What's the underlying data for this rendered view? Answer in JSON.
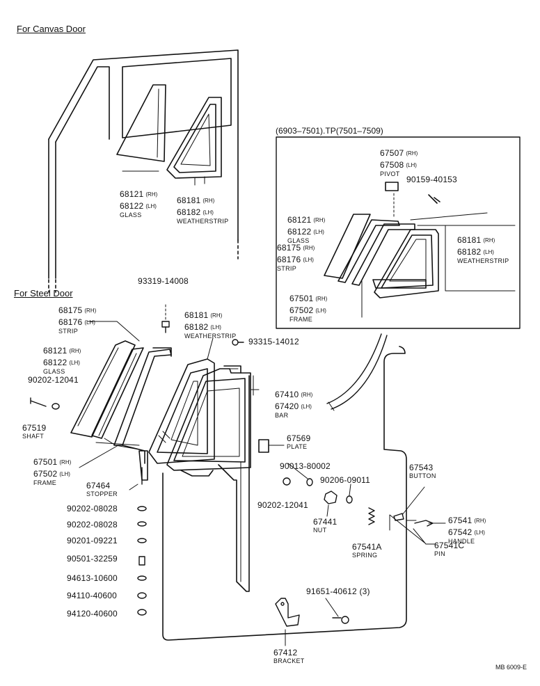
{
  "sections": {
    "canvas": "For Canvas Door",
    "steel": "For Steel Door"
  },
  "inset_header": "(6903–7501).TP(7501–7509)",
  "footer": "MB 6009-E",
  "rh": "(RH)",
  "lh": "(LH)",
  "canvas": {
    "glass": {
      "rh": "68121",
      "lh": "68122",
      "name": "GLASS"
    },
    "weatherstrip": {
      "rh": "68181",
      "lh": "68182",
      "name": "WEATHERSTRIP"
    }
  },
  "inset": {
    "pivot": {
      "rh": "67507",
      "lh": "67508",
      "name": "PIVOT"
    },
    "screw": "90159-40153",
    "glass": {
      "rh": "68121",
      "lh": "68122",
      "name": "GLASS"
    },
    "strip": {
      "rh": "68175",
      "lh": "68176",
      "name": "STRIP"
    },
    "weatherstrip": {
      "rh": "68181",
      "lh": "68182",
      "name": "WEATHERSTRIP"
    },
    "frame": {
      "rh": "67501",
      "lh": "67502",
      "name": "FRAME"
    }
  },
  "steel": {
    "bolt_top": "93319-14008",
    "strip": {
      "rh": "68175",
      "lh": "68176",
      "name": "STRIP"
    },
    "weatherstrip": {
      "rh": "68181",
      "lh": "68182",
      "name": "WEATHERSTRIP"
    },
    "screw": "93315-14012",
    "glass": {
      "rh": "68121",
      "lh": "68122",
      "name": "GLASS"
    },
    "washer_a": "90202-12041",
    "shaft": {
      "pn": "67519",
      "name": "SHAFT"
    },
    "bar": {
      "rh": "67410",
      "lh": "67420",
      "name": "BAR"
    },
    "plate": {
      "pn": "67569",
      "name": "PLATE"
    },
    "frame": {
      "rh": "67501",
      "lh": "67502",
      "name": "FRAME"
    },
    "nut_a": "90013-80002",
    "stopper": {
      "pn": "67464",
      "name": "STOPPER"
    },
    "washer_b": "90206-09011",
    "button": {
      "pn": "67543",
      "name": "BUTTON"
    },
    "stack": [
      "90202-08028",
      "90202-08028",
      "90201-09221",
      "90501-32259",
      "94613-10600",
      "94110-40600",
      "94120-40600"
    ],
    "washer_c": "90202-12041",
    "nut": {
      "pn": "67441",
      "name": "NUT"
    },
    "handle": {
      "rh": "67541",
      "lh": "67542",
      "name": "HANDLE"
    },
    "spring": {
      "pn": "67541A",
      "name": "SPRING"
    },
    "pin": {
      "pn": "67541C",
      "name": "PIN"
    },
    "bolt_bottom": "91651-40612 (3)",
    "bracket": {
      "pn": "67412",
      "name": "BRACKET"
    }
  }
}
